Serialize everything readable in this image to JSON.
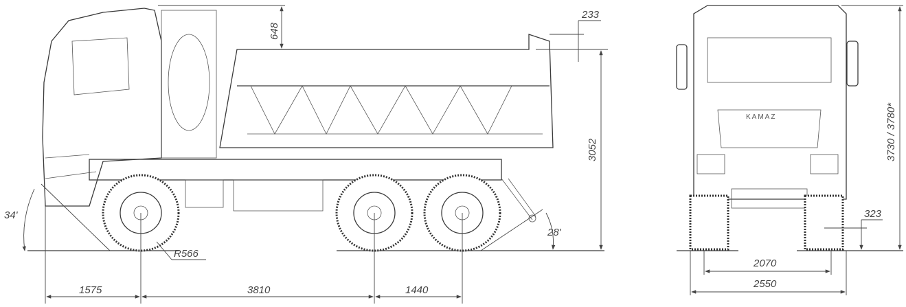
{
  "side_view": {
    "dim_cab_top": "648",
    "dim_body_top": "233",
    "dim_height": "3052",
    "approach_angle": "34'",
    "departure_angle": "28'",
    "wheel_radius": "R566",
    "front_overhang": "1575",
    "wheelbase": "3810",
    "rear_axle_spacing": "1440"
  },
  "front_view": {
    "brand_logo": "KAMAZ",
    "overall_height": "3730 / 3780*",
    "ground_clearance": "323",
    "track_width": "2070",
    "overall_width": "2550"
  }
}
